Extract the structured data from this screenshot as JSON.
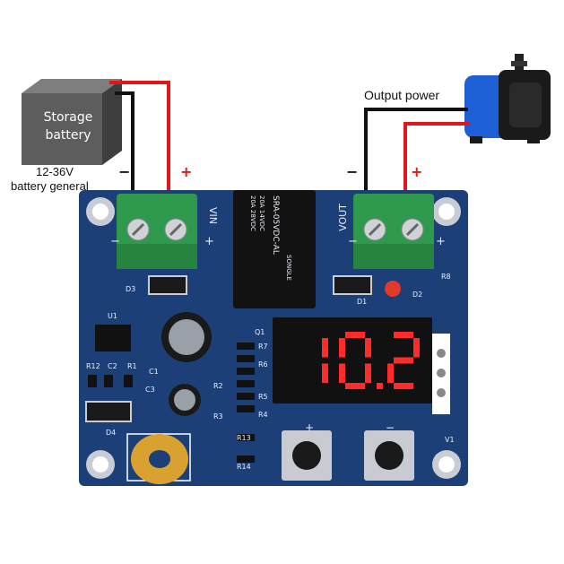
{
  "battery": {
    "line1": "Storage",
    "line2": "battery"
  },
  "battery_caption": {
    "line1": "12-36V",
    "line2": "battery general"
  },
  "output_label": "Output power",
  "wire_signs": {
    "in_minus": "−",
    "in_plus": "+",
    "out_minus": "−",
    "out_plus": "+"
  },
  "pcb": {
    "vin": "VIN",
    "vout": "VOUT",
    "term_in_minus": "−",
    "term_in_plus": "+",
    "term_out_minus": "−",
    "term_out_plus": "+",
    "relay_lines": [
      "SRA-05VDC-AL",
      "20A 14VDC",
      "20A 28VDC",
      "SONGLE"
    ],
    "labels": {
      "d3": "D3",
      "d1": "D1",
      "d2": "D2",
      "r8": "R8",
      "u1": "U1",
      "q1": "Q1",
      "r12": "R12",
      "c2": "C2",
      "r1": "R1",
      "c1": "C1",
      "c3": "C3",
      "r2": "R2",
      "r3": "R3",
      "r4": "R4",
      "r5": "R5",
      "r6": "R6",
      "r7": "R7",
      "r13": "R13",
      "r14": "R14",
      "d4": "D4",
      "v1": "V1",
      "btn_plus": "+",
      "btn_minus": "−"
    },
    "display": "10.2"
  },
  "colors": {
    "pcb": "#1d3f78",
    "terminal": "#2f9a4e",
    "wire_red": "#e0161b",
    "wire_black": "#111111",
    "segment": "#ff2a2a"
  }
}
